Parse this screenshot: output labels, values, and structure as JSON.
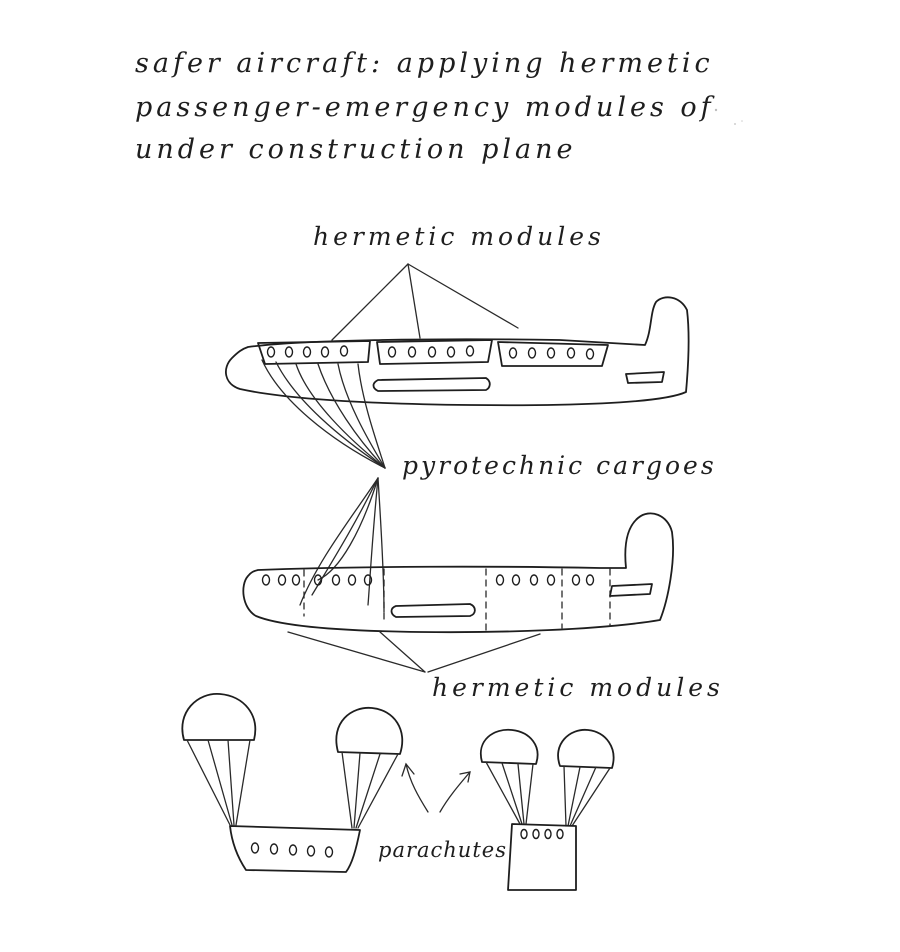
{
  "title": {
    "line1": "safer aircraft: applying hermetic",
    "line2": "passenger-emergency modules of",
    "line3": "under construction plane"
  },
  "labels": {
    "hermetic_modules_top": "hermetic modules",
    "pyrotechnic_cargoes": "pyrotechnic cargoes",
    "hermetic_modules_bottom": "hermetic modules",
    "parachutes": "parachutes"
  },
  "colors": {
    "ink": "#1e1e1e",
    "paper": "#ffffff"
  }
}
